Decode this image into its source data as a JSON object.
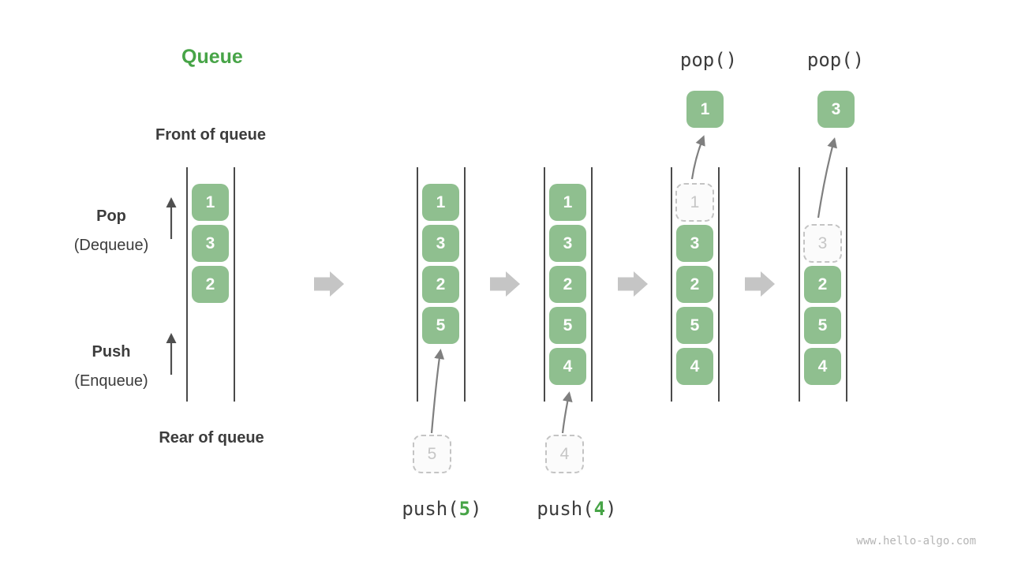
{
  "title": "Queue",
  "watermark": "www.hello-algo.com",
  "labels": {
    "front": "Front of queue",
    "rear": "Rear of queue",
    "pop": "Pop",
    "pop_sub": "(Dequeue)",
    "push": "Push",
    "push_sub": "(Enqueue)"
  },
  "pop_ops": [
    "pop()",
    "pop()"
  ],
  "push_ops": [
    {
      "pre": "push(",
      "num": "5",
      "post": ")"
    },
    {
      "pre": "push(",
      "num": "4",
      "post": ")"
    }
  ],
  "popped_values": [
    "1",
    "3"
  ],
  "staged_values": [
    "5",
    "4"
  ],
  "states": [
    {
      "name": "initial",
      "cells": [
        {
          "v": "1",
          "slot": 0
        },
        {
          "v": "3",
          "slot": 1
        },
        {
          "v": "2",
          "slot": 2
        }
      ]
    },
    {
      "name": "after-push-5",
      "cells": [
        {
          "v": "1",
          "slot": 0
        },
        {
          "v": "3",
          "slot": 1
        },
        {
          "v": "2",
          "slot": 2
        },
        {
          "v": "5",
          "slot": 3
        }
      ]
    },
    {
      "name": "after-push-4",
      "cells": [
        {
          "v": "1",
          "slot": 0
        },
        {
          "v": "3",
          "slot": 1
        },
        {
          "v": "2",
          "slot": 2
        },
        {
          "v": "5",
          "slot": 3
        },
        {
          "v": "4",
          "slot": 4
        }
      ]
    },
    {
      "name": "popping-1",
      "cells": [
        {
          "v": "1",
          "slot": 0,
          "dashed": true
        },
        {
          "v": "3",
          "slot": 1
        },
        {
          "v": "2",
          "slot": 2
        },
        {
          "v": "5",
          "slot": 3
        },
        {
          "v": "4",
          "slot": 4
        }
      ]
    },
    {
      "name": "popping-3",
      "cells": [
        {
          "v": "3",
          "slot": 1,
          "dashed": true
        },
        {
          "v": "2",
          "slot": 2
        },
        {
          "v": "5",
          "slot": 3
        },
        {
          "v": "4",
          "slot": 4
        }
      ]
    }
  ],
  "colors": {
    "box_green": "#8FBF8F",
    "accent_green": "#47A447",
    "label_text": "#3C3C3C",
    "dashed_border": "#C4C4C4",
    "dashed_text": "#C6C6C6",
    "dashed_fill": "#FBFBFB",
    "column_line": "#4A4A4A",
    "curve_arrow": "#7F7F7F",
    "label_arrow": "#4F4F4F",
    "block_arrow": "#C5C5C5",
    "watermark_text": "#B5B5B5",
    "box_text": "#FFFFFF",
    "background": "#FFFFFF"
  }
}
